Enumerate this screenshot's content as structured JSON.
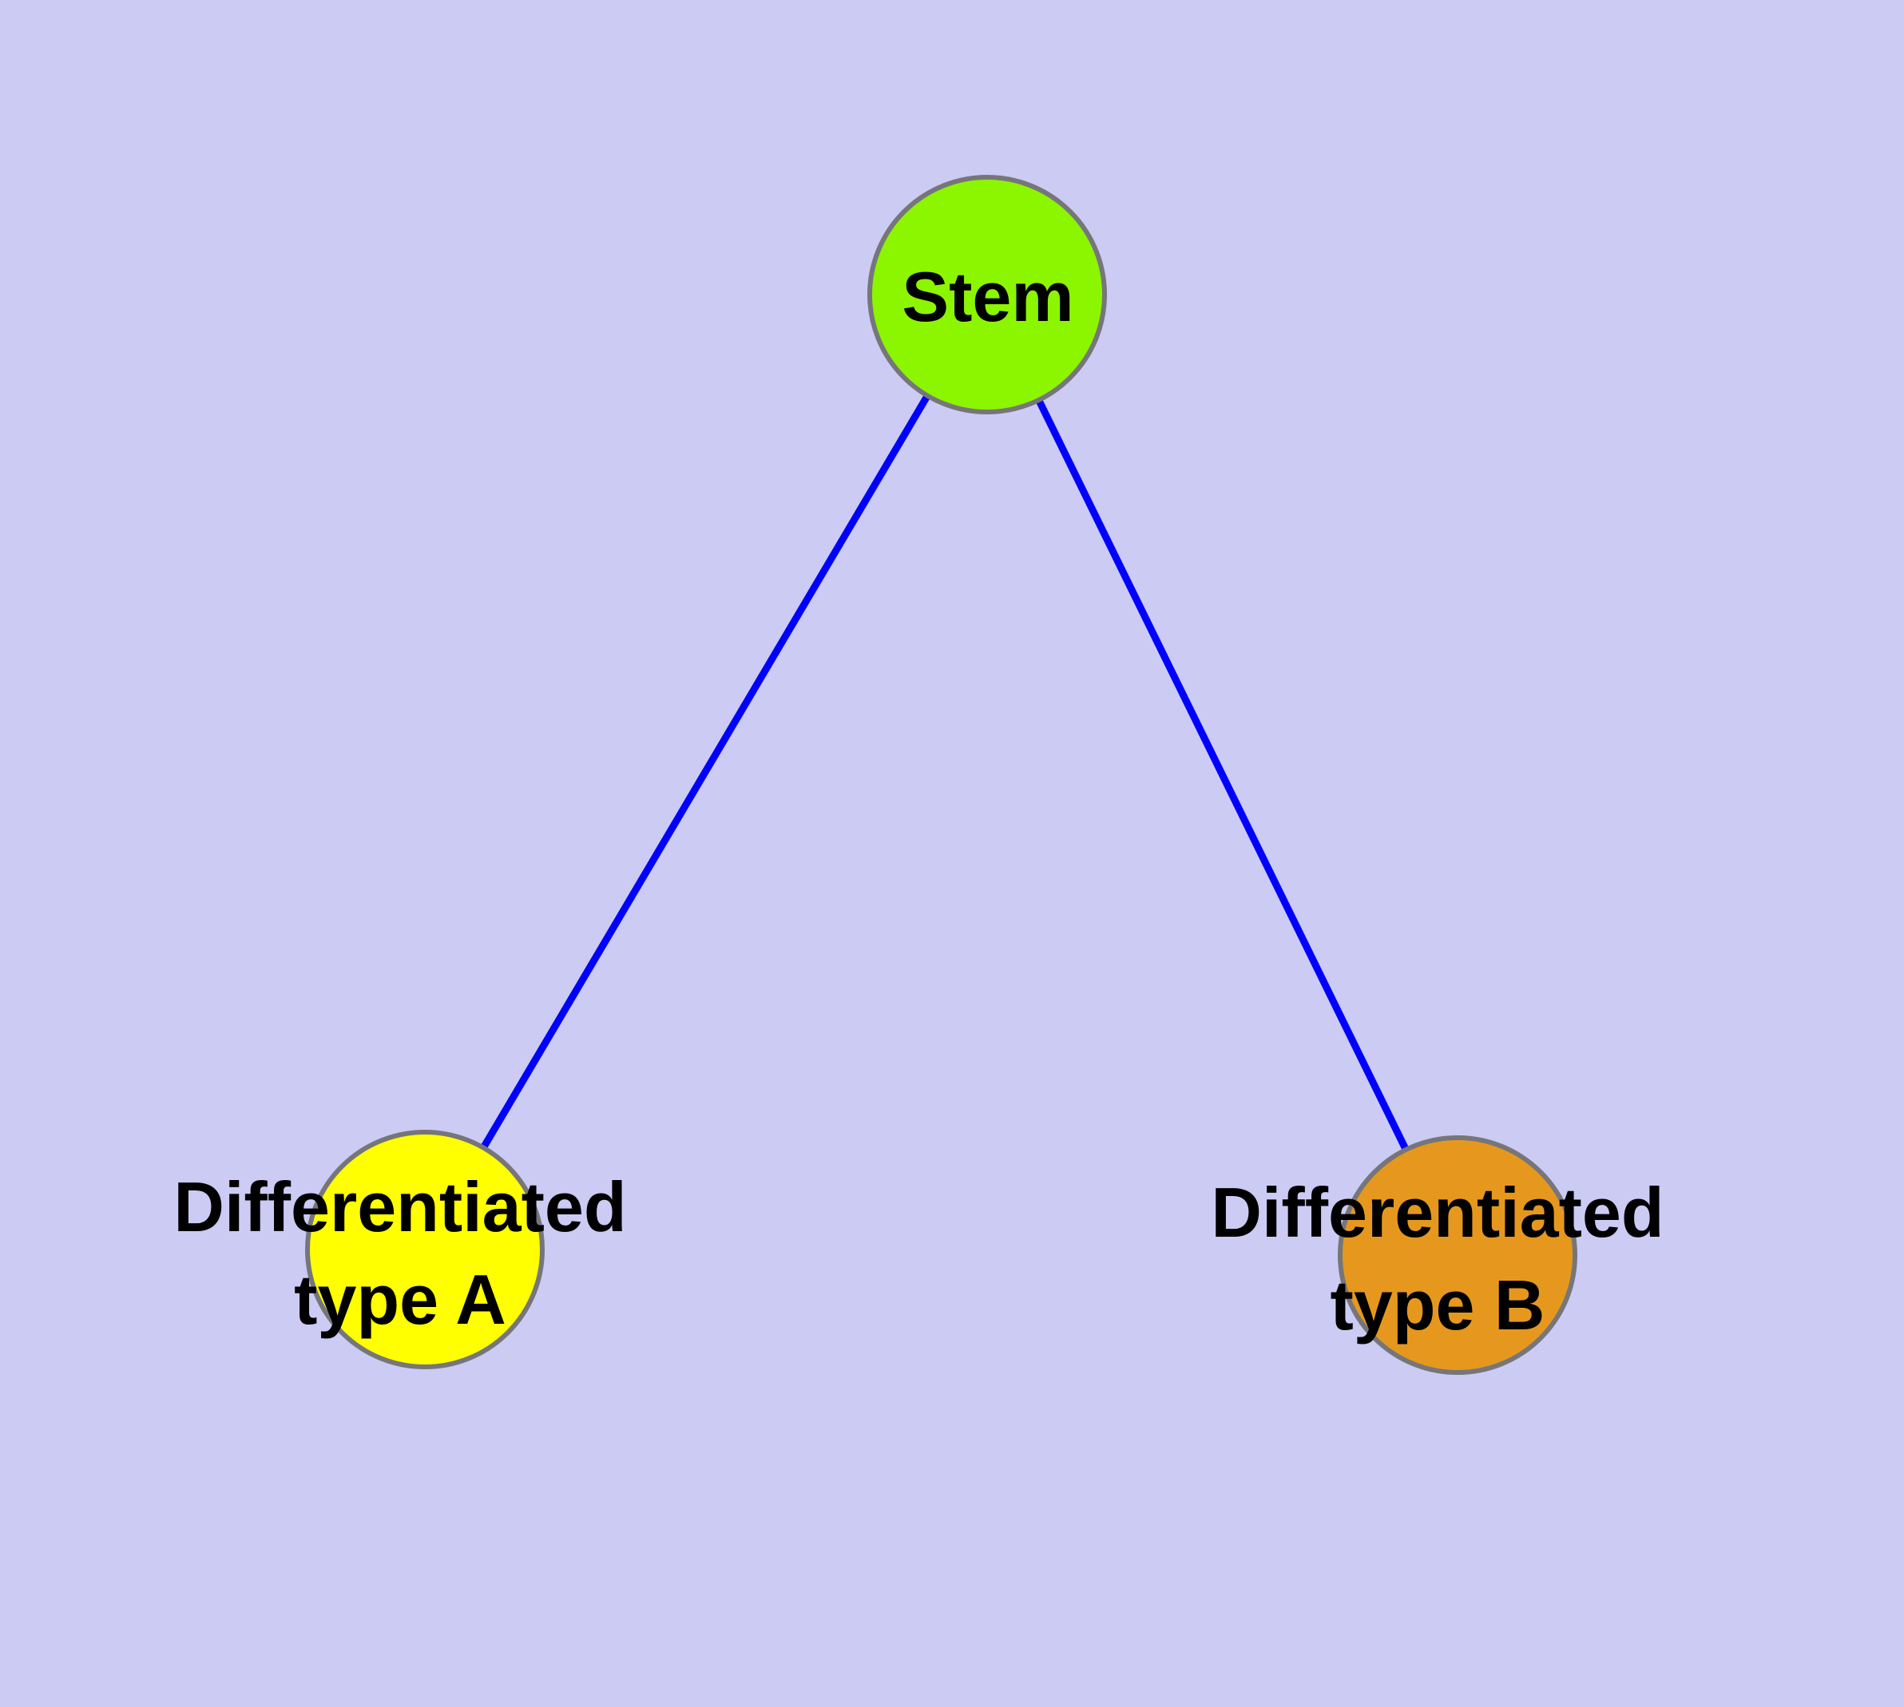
{
  "diagram": {
    "background_color": "#CBCBF4",
    "edge_color": "#0000FF",
    "node_border_color": "#76767A",
    "text_color": "#000000",
    "nodes": {
      "stem": {
        "label": "Stem",
        "fill_color": "#8CF500"
      },
      "differentiated_a": {
        "label_line1": "Differentiated",
        "label_line2": "type A",
        "fill_color": "#FFFF00"
      },
      "differentiated_b": {
        "label_line1": "Differentiated",
        "label_line2": "type B",
        "fill_color": "#E6981E"
      }
    },
    "edges": [
      {
        "from": "Stem",
        "to": "Differentiated type A"
      },
      {
        "from": "Stem",
        "to": "Differentiated type B"
      }
    ]
  }
}
